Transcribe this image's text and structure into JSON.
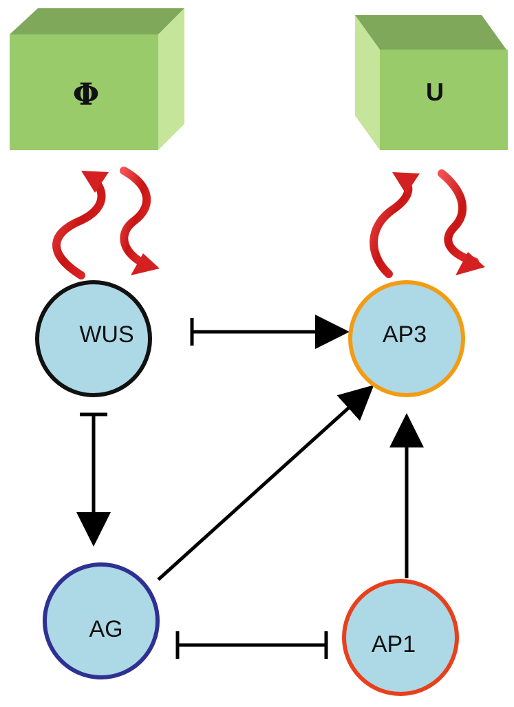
{
  "boxes": {
    "left": {
      "label": "Φ"
    },
    "right": {
      "label": "U"
    }
  },
  "nodes": {
    "wus": {
      "label": "WUS",
      "border_color": "#111111"
    },
    "ap3": {
      "label": "AP3",
      "border_color": "#F39C12"
    },
    "ag": {
      "label": "AG",
      "border_color": "#2E3192"
    },
    "ap1": {
      "label": "AP1",
      "border_color": "#E8401C"
    }
  },
  "colors": {
    "node_fill": "#ADD8E6",
    "box_front": "#9ACB6A",
    "box_top": "#7FA85A",
    "box_side": "#C4E59A",
    "feedback_arrow": "#D42020",
    "edge": "#000000"
  },
  "edges": [
    {
      "from": "WUS",
      "to": "AP3",
      "type": "activation",
      "origin": "bar"
    },
    {
      "from": "WUS",
      "to": "AG",
      "type": "activation",
      "origin": "bar"
    },
    {
      "from": "AG",
      "to": "AP3",
      "type": "activation"
    },
    {
      "from": "AP1",
      "to": "AP3",
      "type": "activation"
    },
    {
      "from": "AG",
      "to": "AP1",
      "type": "mutual-inhibition"
    }
  ]
}
